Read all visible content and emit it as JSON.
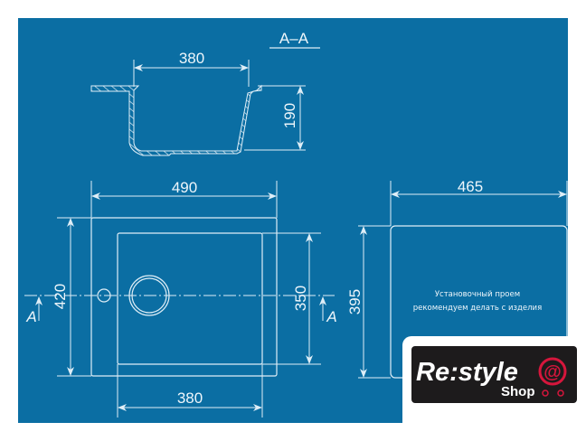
{
  "drawing": {
    "section_title": "A–A",
    "section_width": "380",
    "section_depth": "190",
    "overall_width": "490",
    "overall_length": "420",
    "bowl_length": "350",
    "bowl_width": "380",
    "cutout_width": "465",
    "cutout_length": "395",
    "section_marker_left": "A",
    "section_marker_right": "A",
    "note_line1": "Установочный проем",
    "note_line2": "рекомендуем делать с изделия"
  },
  "logo": {
    "brand": "Re:style",
    "sub": "Shop"
  },
  "colors": {
    "background": "#0b6ea3",
    "line": "#dfeef7",
    "logo_bg": "#1d1b1c",
    "logo_accent": "#d6163c"
  }
}
